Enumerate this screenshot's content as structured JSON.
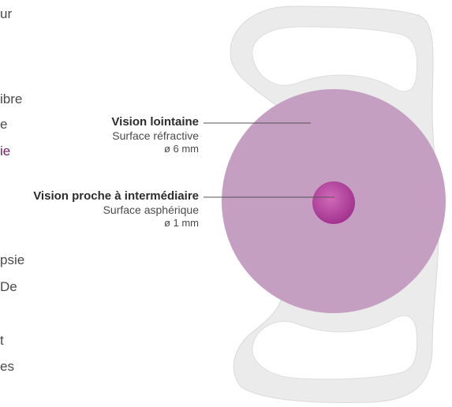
{
  "left_text_fragments": [
    {
      "text": "ur",
      "accent": false
    },
    {
      "text": "ibre",
      "accent": false
    },
    {
      "text": "e",
      "accent": false
    },
    {
      "text": "ie",
      "accent": true
    },
    {
      "text": "psie",
      "accent": false
    },
    {
      "text": "De",
      "accent": false
    },
    {
      "text": "t",
      "accent": false
    },
    {
      "text": "es",
      "accent": false
    }
  ],
  "labels": {
    "far": {
      "title": "Vision lointaine",
      "subtitle": "Surface réfractive",
      "diameter": "ø 6 mm"
    },
    "near": {
      "title": "Vision proche à intermédiaire",
      "subtitle": "Surface asphérique",
      "diameter": "ø 1 mm"
    }
  },
  "colors": {
    "haptic": "#e9e9e9",
    "optic": "#c49fc2",
    "center": "#a3338f",
    "accent_text": "#7b1a6e",
    "leader": "#555555"
  }
}
